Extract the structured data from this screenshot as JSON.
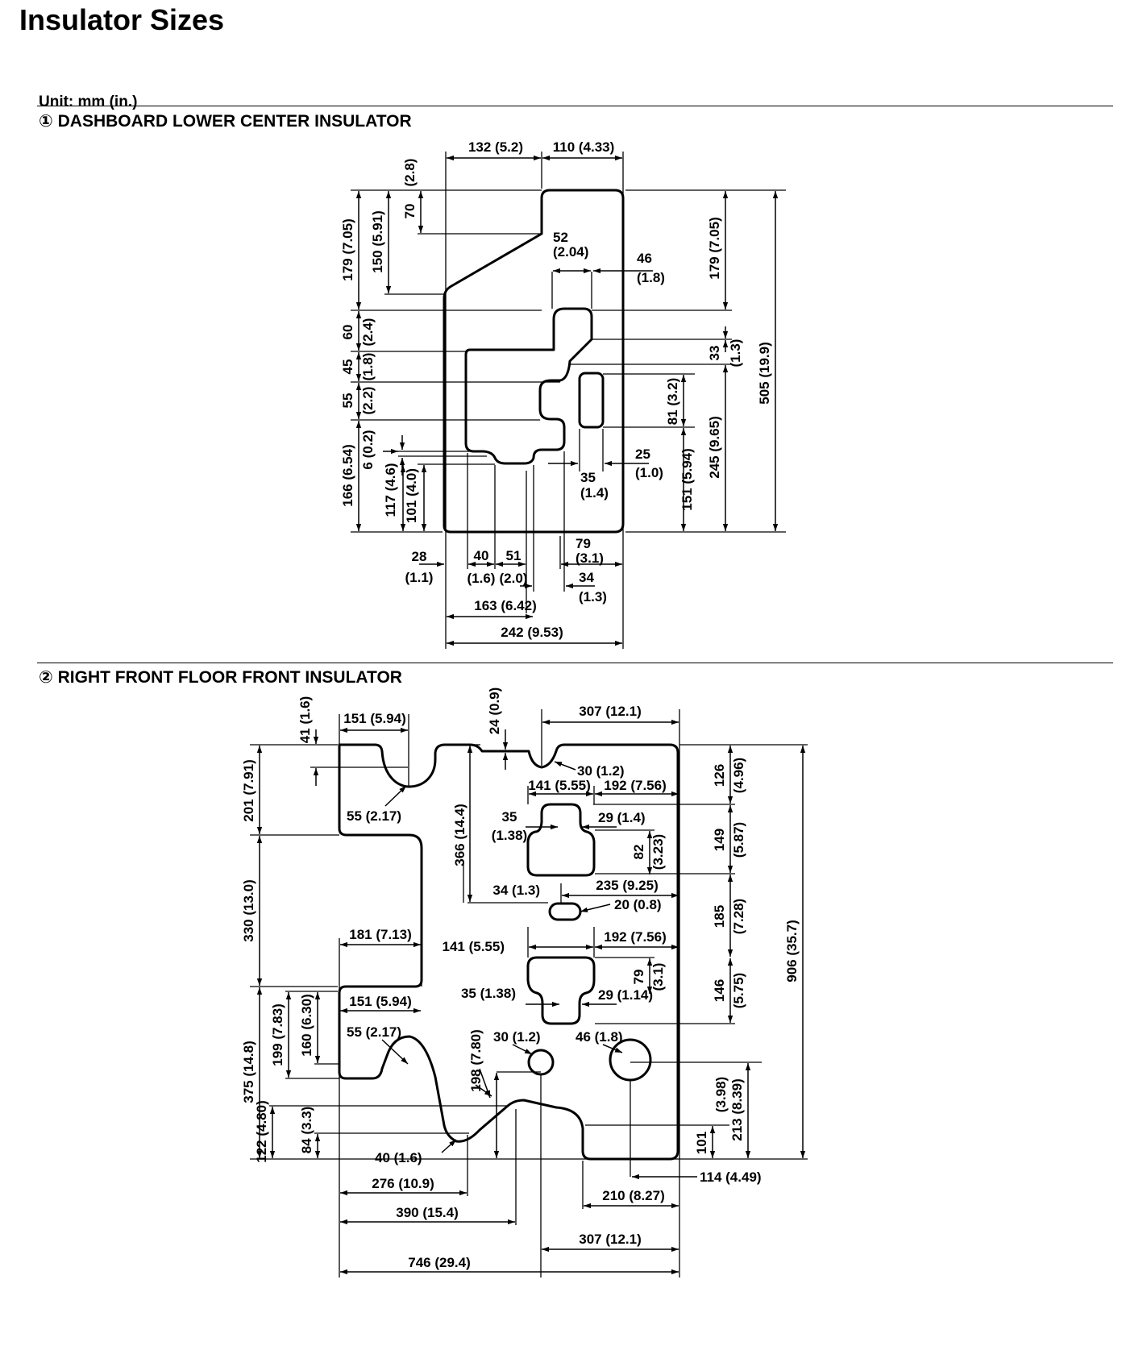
{
  "title": "Insulator Sizes",
  "unit": "Unit: mm (in.)",
  "sections": [
    {
      "label": "① DASHBOARD LOWER CENTER INSULATOR",
      "dims": {
        "d132": "132 (5.2)",
        "d110": "110 (4.33)",
        "d2_8": "(2.8)",
        "d70": "70",
        "d179a": "179 (7.05)",
        "d150": "150 (5.91)",
        "d52": "52",
        "d2_04": "(2.04)",
        "d46": "46",
        "d1_8": "(1.8)",
        "d179b": "179 (7.05)",
        "d60": "60",
        "d2_4": "(2.4)",
        "d33": "33",
        "d1_3a": "(1.3)",
        "d45": "45",
        "d1_8b": "(1.8)",
        "d505": "505 (19.9)",
        "d55": "55",
        "d2_2": "(2.2)",
        "d81": "81 (3.2)",
        "d166": "166 (6.54)",
        "d6": "6 (0.2)",
        "d117": "117 (4.6)",
        "d101": "101 (4.0)",
        "d25": "25",
        "d1_0": "(1.0)",
        "d35": "35",
        "d1_4": "(1.4)",
        "d151": "151 (5.94)",
        "d245": "245 (9.65)",
        "d79": "79",
        "d3_1": "(3.1)",
        "d28": "28",
        "d1_1": "(1.1)",
        "d40": "40",
        "d1_6": "(1.6)",
        "d51": "51",
        "d2_0": "(2.0)",
        "d34": "34",
        "d1_3b": "(1.3)",
        "d163": "163 (6.42)",
        "d242": "242 (9.53)"
      }
    },
    {
      "label": "② RIGHT FRONT FLOOR FRONT INSULATOR",
      "dims": {
        "d41": "41 (1.6)",
        "d151a": "151 (5.94)",
        "d24": "24 (0.9)",
        "d307a": "307 (12.1)",
        "d30a": "30 (1.2)",
        "d126": "126",
        "d4_96": "(4.96)",
        "d201": "201 (7.91)",
        "d55a": "55 (2.17)",
        "d366": "366 (14.4)",
        "d141a": "141 (5.55)",
        "d192a": "192 (7.56)",
        "d35a": "35",
        "d1_38a": "(1.38)",
        "d29a": "29 (1.4)",
        "d149": "149",
        "d5_87": "(5.87)",
        "d82": "82",
        "d3_23": "(3.23)",
        "d906": "906 (35.7)",
        "d330": "330 (13.0)",
        "d235": "235 (9.25)",
        "d34a": "34 (1.3)",
        "d20": "20 (0.8)",
        "d185": "185",
        "d7_28": "(7.28)",
        "d181": "181 (7.13)",
        "d141b": "141 (5.55)",
        "d192b": "192 (7.56)",
        "d79": "79",
        "d3_1": "(3.1)",
        "d146": "146",
        "d5_75": "(5.75)",
        "d151b": "151 (5.94)",
        "d35b": "35 (1.38)",
        "d29b": "29 (1.14)",
        "d55b": "55 (2.17)",
        "d199": "199 (7.83)",
        "d160": "160 (6.30)",
        "d198": "198 (7.80)",
        "d30b": "30 (1.2)",
        "d46": "46 (1.8)",
        "d375": "375 (14.8)",
        "d3_98": "(3.98)",
        "d213": "213 (8.39)",
        "d122": "122 (4.80)",
        "d84": "84 (3.3)",
        "d101": "101",
        "d40": "40 (1.6)",
        "d114": "114 (4.49)",
        "d276": "276 (10.9)",
        "d210": "210 (8.27)",
        "d390": "390 (15.4)",
        "d307b": "307 (12.1)",
        "d746": "746 (29.4)"
      }
    }
  ]
}
